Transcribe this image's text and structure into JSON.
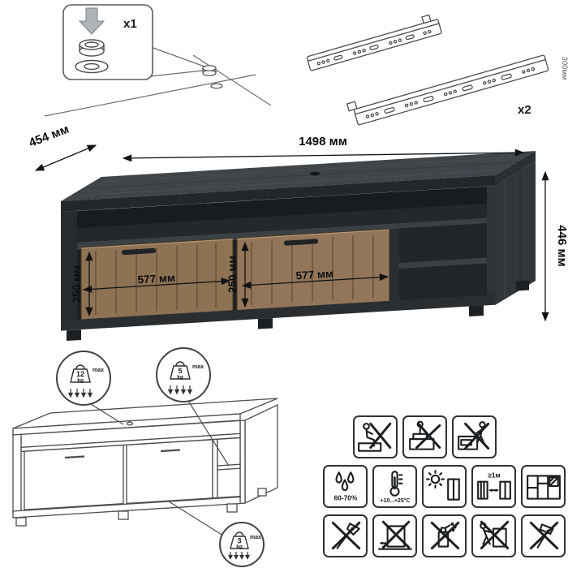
{
  "hardware": {
    "foot_qty": "x1",
    "slides_qty": "x2",
    "slides_length": "300мм"
  },
  "dimensions": {
    "width": "1498 мм",
    "depth": "454 мм",
    "height": "446 мм",
    "drawers": [
      {
        "height": "250 мм",
        "width": "577 мм"
      },
      {
        "height": "250 мм",
        "width": "577 мм"
      }
    ]
  },
  "load_limits": {
    "top": {
      "value": "12",
      "unit": "kg",
      "note": "max"
    },
    "shelf": {
      "value": "5",
      "unit": "kg",
      "note": "max"
    },
    "drawer": {
      "value": "3",
      "unit": "kg",
      "note": "max"
    }
  },
  "care": {
    "humidity": "60-70%",
    "temperature": "+10...+25°C",
    "min_heat_distance": "≥1м"
  },
  "icons": {
    "row1": [
      "no-sitting-icon",
      "no-standing-icon",
      "no-climbing-icon"
    ],
    "row2": [
      "humidity-icon",
      "temperature-icon",
      "avoid-sunlight-icon",
      "heat-distance-icon",
      "wall-unit-icon"
    ],
    "row3": [
      "no-sharp-tools-icon",
      "no-dragging-icon",
      "no-solvents-icon",
      "no-pushing-loaded-icon",
      "no-hammering-icon"
    ]
  },
  "colors": {
    "dark_wood": "#34393c",
    "dark_wood_shadow": "#1e2224",
    "drawer_wood": "#937459",
    "line_art": "#4a4f52",
    "dim_line": "#101214"
  }
}
